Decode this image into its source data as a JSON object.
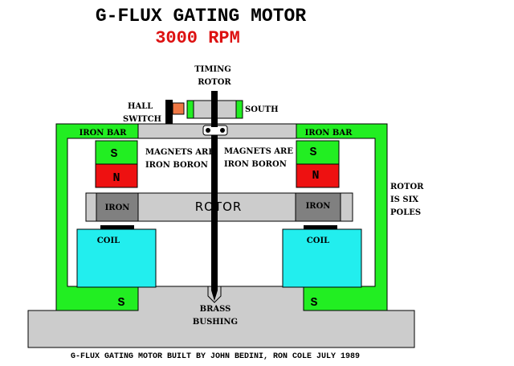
{
  "title": "G-FLUX GATING MOTOR",
  "subtitle": "3000 RPM",
  "colors": {
    "frame": "#22ee22",
    "north": "#ee1111",
    "south": "#22ee22",
    "coil": "#22eeee",
    "rotor": "#cccccc",
    "iron": "#808080",
    "base": "#cccccc",
    "hall": "#ee7744",
    "title_red": "#dd1111"
  },
  "labels": {
    "timing_rotor_line1": "TIMING",
    "timing_rotor_line2": "ROTOR",
    "hall_switch_line1": "HALL",
    "hall_switch_line2": "SWITCH",
    "south_marker": "SOUTH",
    "iron_bar_left": "IRON BAR",
    "iron_bar_right": "IRON BAR",
    "magnet_left_s": "S",
    "magnet_left_n": "N",
    "magnet_right_s": "S",
    "magnet_right_n": "N",
    "magnets_left_line1": "MAGNETS ARE",
    "magnets_left_line2": "IRON BORON",
    "magnets_right_line1": "MAGNETS ARE",
    "magnets_right_line2": "IRON BORON",
    "rotor": "ROTOR",
    "iron_left": "IRON",
    "iron_right": "IRON",
    "rotor_poles_line1": "ROTOR",
    "rotor_poles_line2": "IS SIX",
    "rotor_poles_line3": "POLES",
    "coil_left": "COIL",
    "coil_right": "COIL",
    "pole_left_s": "S",
    "pole_right_s": "S",
    "brass_line1": "BRASS",
    "brass_line2": "BUSHING",
    "footer": "G-FLUX GATING MOTOR BUILT BY JOHN BEDINI, RON COLE JULY 1989"
  }
}
